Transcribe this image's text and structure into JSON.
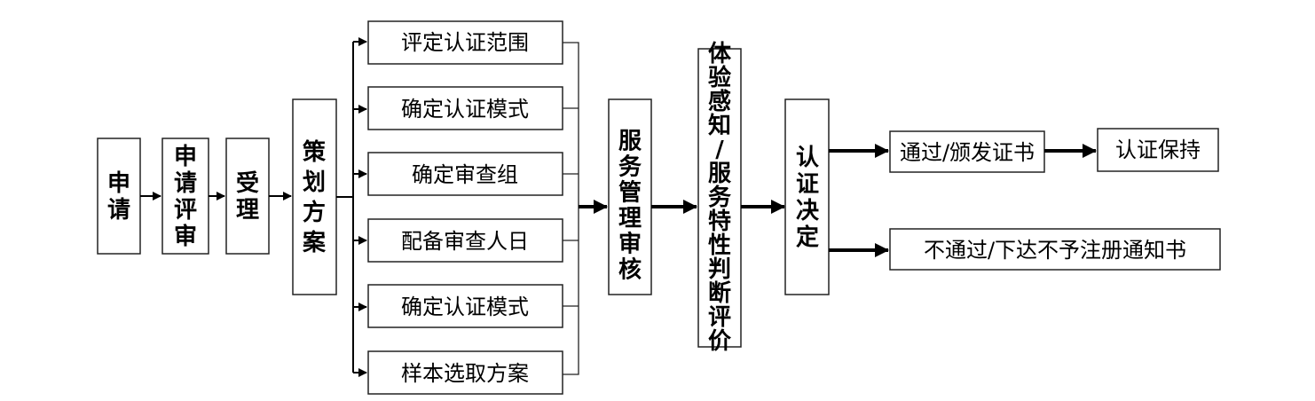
{
  "flow": {
    "steps": [
      "申请",
      "申请评审",
      "受理",
      "策划方案"
    ],
    "plan_items": [
      "评定认证范围",
      "确定认证模式",
      "确定审查组",
      "配备审查人日",
      "确定认证模式",
      "样本选取方案"
    ],
    "service_audit": "服务管理审核",
    "evaluation": "体验感知/服务特性判断评价",
    "decision": "认证决定",
    "outcomes": {
      "pass": "通过/颁发证书",
      "pass_next": "认证保持",
      "fail": "不通过/下达不予注册通知书"
    }
  }
}
